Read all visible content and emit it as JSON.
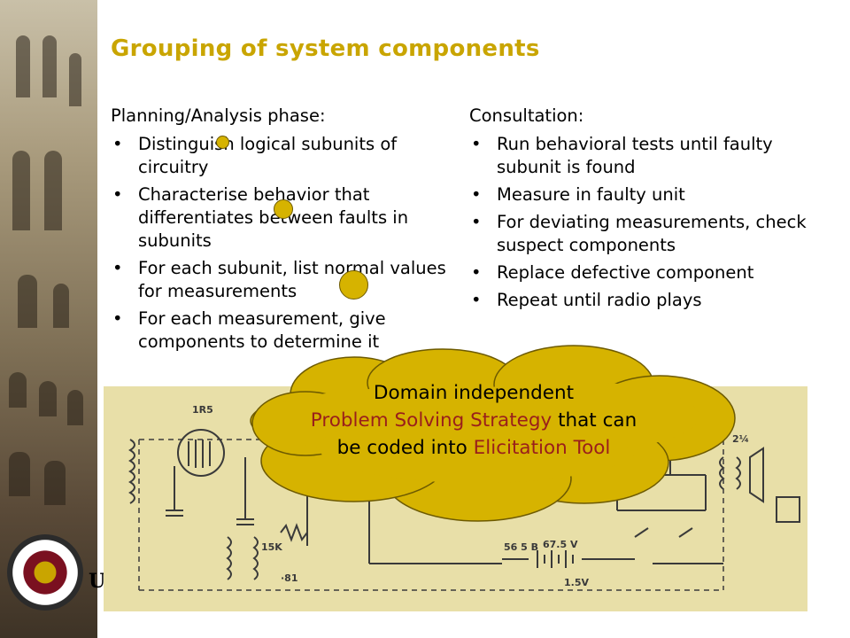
{
  "title": "Grouping of system components",
  "logo": {
    "letter": "U"
  },
  "left_column": {
    "heading": "Planning/Analysis phase:",
    "items": [
      "Distinguish logical subunits of circuitry",
      "Characterise behavior that differentiates between faults in subunits",
      "For each subunit, list normal values for measurements",
      "For each measurement, give components to determine it"
    ]
  },
  "right_column": {
    "heading": "Consultation:",
    "items": [
      "Run behavioral tests until faulty subunit is found",
      "Measure in faulty unit",
      "For deviating measurements, check suspect components",
      "Replace defective component",
      "Repeat until radio plays"
    ]
  },
  "schematic_labels": {
    "tube": "1R5",
    "speaker": "2¼",
    "battery_a": "56 5 B",
    "battery_b": "67.5 V",
    "battery_c": "1.5V",
    "resistor": "15K",
    "cap": "·81"
  },
  "callout": {
    "text1": "Domain independent",
    "accent1": "Problem Solving Strategy",
    "text2": "that can be coded into",
    "accent2": "Elicitation Tool"
  },
  "colors": {
    "title": "#c9a500",
    "cloud": "#d6b300",
    "accent": "#9a1f1b",
    "schematic_bg": "#e8dfa8"
  }
}
